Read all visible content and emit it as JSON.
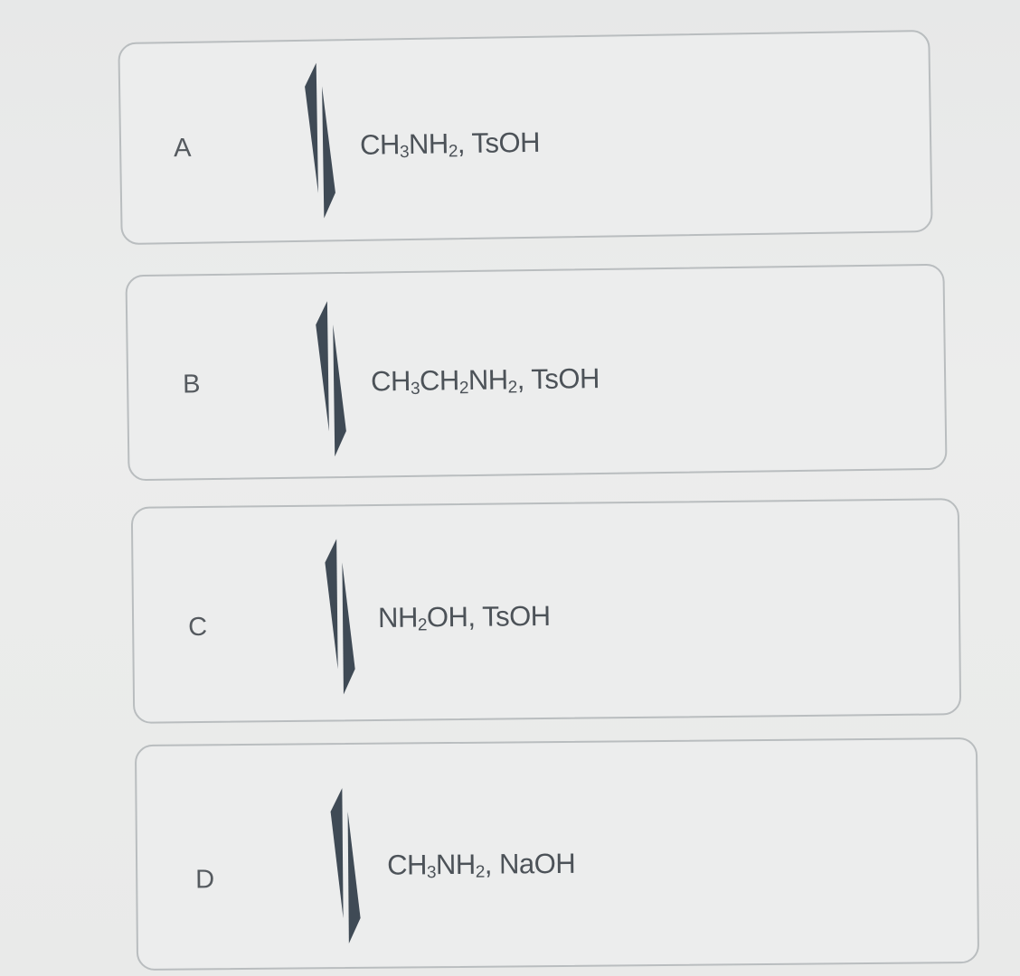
{
  "options": [
    {
      "letter": "A",
      "reagent": [
        {
          "text": "CH"
        },
        {
          "sub": "3"
        },
        {
          "text": "NH"
        },
        {
          "sub": "2"
        },
        {
          "text": ", TsOH"
        }
      ]
    },
    {
      "letter": "B",
      "reagent": [
        {
          "text": "CH"
        },
        {
          "sub": "3"
        },
        {
          "text": "CH"
        },
        {
          "sub": "2"
        },
        {
          "text": "NH"
        },
        {
          "sub": "2"
        },
        {
          "text": ", TsOH"
        }
      ]
    },
    {
      "letter": "C",
      "reagent": [
        {
          "text": "NH"
        },
        {
          "sub": "2"
        },
        {
          "text": "OH, TsOH"
        }
      ]
    },
    {
      "letter": "D",
      "reagent": [
        {
          "text": "CH"
        },
        {
          "sub": "3"
        },
        {
          "text": "NH"
        },
        {
          "sub": "2"
        },
        {
          "text": ", NaOH"
        }
      ]
    }
  ],
  "colors": {
    "card_border": "#b9bdbf",
    "card_fill": "#eceded",
    "arrow": "#3f4a55",
    "text": "#4c5258"
  },
  "icons": {
    "equilibrium": "equilibrium-arrows-icon"
  }
}
